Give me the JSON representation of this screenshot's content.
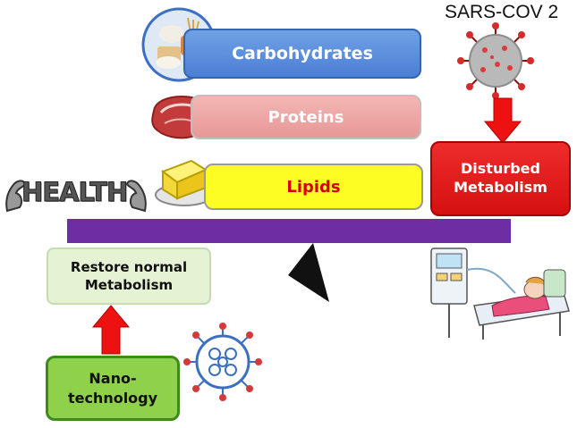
{
  "labels": {
    "carbohydrates": "Carbohydrates",
    "proteins": "Proteins",
    "lipids": "Lipids",
    "sars_cov_2": "SARS-COV 2",
    "disturbed_metabolism": "Disturbed Metabolism",
    "health": "HEALTH",
    "restore_normal_metabolism": "Restore normal Metabolism",
    "nanotechnology": "Nano-technology"
  },
  "colors": {
    "carbohydrates_bar": "#4b7fd4",
    "proteins_bar": "#e79896",
    "lipids_bar": "#fdfd24",
    "lipids_text": "#d40000",
    "beam": "#6d2ea3",
    "disturbed_box": "#d51010",
    "restore_box": "#e5f2d4",
    "nano_box": "#8fd14a",
    "arrow": "#ee1111"
  },
  "icons": {
    "grains": "grains-icon",
    "meat": "meat-icon",
    "butter": "butter-icon",
    "virus": "coronavirus-icon",
    "nanoparticle": "nanoparticle-icon",
    "patient": "hospital-patient-icon",
    "fulcrum": "fulcrum-triangle-icon"
  }
}
